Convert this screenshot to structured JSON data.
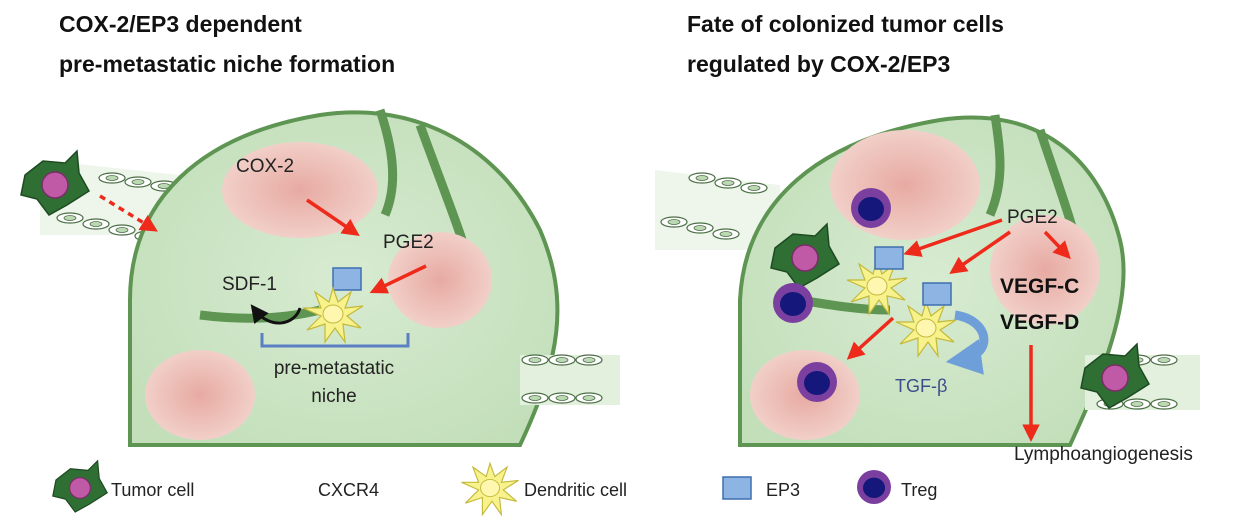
{
  "left_panel": {
    "title_line1": "COX-2/EP3 dependent",
    "title_line2": "pre-metastatic niche formation",
    "labels": {
      "cox2": "COX-2",
      "pge2": "PGE2",
      "sdf1": "SDF-1",
      "niche_line1": "pre-metastatic",
      "niche_line2": "niche"
    }
  },
  "right_panel": {
    "title_line1": "Fate of colonized tumor cells",
    "title_line2": "regulated by COX-2/EP3",
    "labels": {
      "pge2": "PGE2",
      "vegf_c": "VEGF-C",
      "vegf_d": "VEGF-D",
      "tgf_beta": "TGF-β",
      "lymphoangiogenesis": "Lymphoangiogenesis"
    }
  },
  "legend": {
    "items": [
      {
        "icon": "tumor-cell-icon",
        "label": "Tumor cell"
      },
      {
        "icon": "cxcr4-icon",
        "label": "CXCR4"
      },
      {
        "icon": "dendritic-cell-icon",
        "label": "Dendritic cell"
      },
      {
        "icon": "ep3-icon",
        "label": "EP3"
      },
      {
        "icon": "treg-icon",
        "label": "Treg"
      }
    ]
  },
  "colors": {
    "node_fill": "#cfe5c8",
    "node_stroke": "#5a8f4e",
    "tissue": "#e8b5ad",
    "arrow": "#ee2a1b",
    "tumor": "#3a7a3a",
    "tumor_nucleus": "#c15aa8",
    "ep3": "#7ea7d8",
    "treg_outer": "#7b3fa0",
    "treg_inner": "#1a1c7a",
    "dc": "#f5f08a"
  }
}
